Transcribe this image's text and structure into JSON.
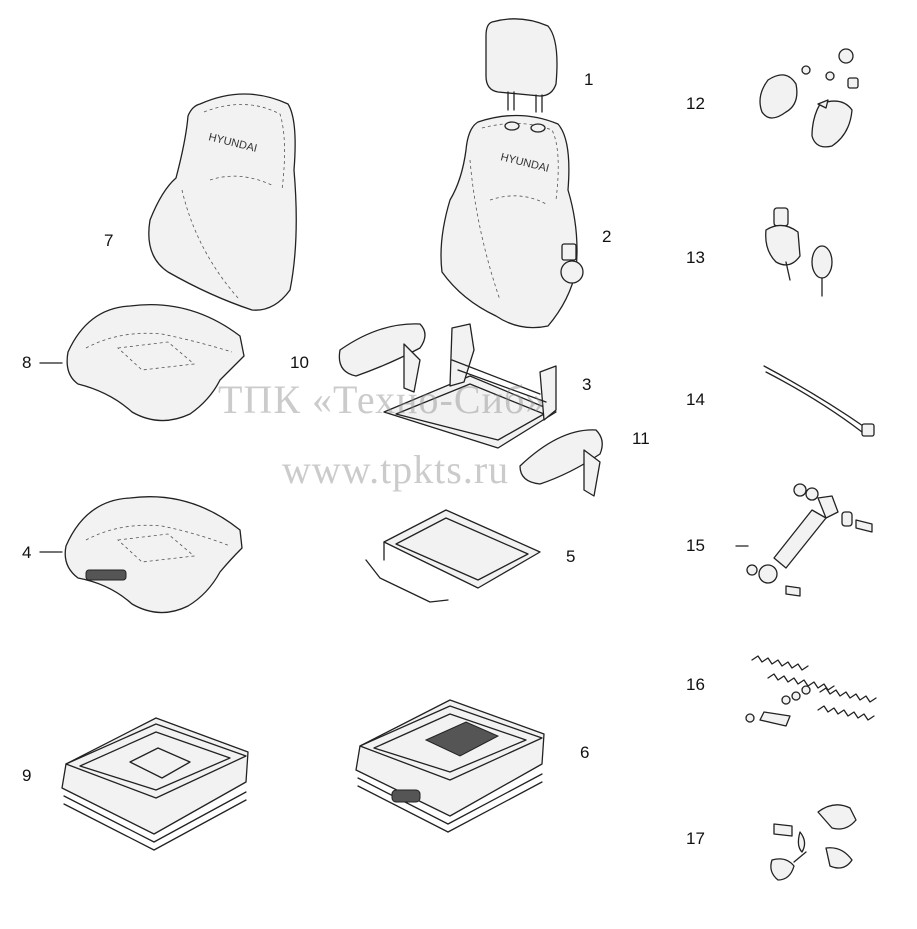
{
  "brand_text": "HYUNDAI",
  "watermark": {
    "line1": "ТПК «Техно-Сиб»",
    "line2": "www.tpkts.ru"
  },
  "callouts": {
    "c1": "1",
    "c2": "2",
    "c3": "3",
    "c4": "4",
    "c5": "5",
    "c6": "6",
    "c7": "7",
    "c8": "8",
    "c9": "9",
    "c10": "10",
    "c11": "11",
    "c12": "12",
    "c13": "13",
    "c14": "14",
    "c15": "15",
    "c16": "16",
    "c17": "17"
  }
}
